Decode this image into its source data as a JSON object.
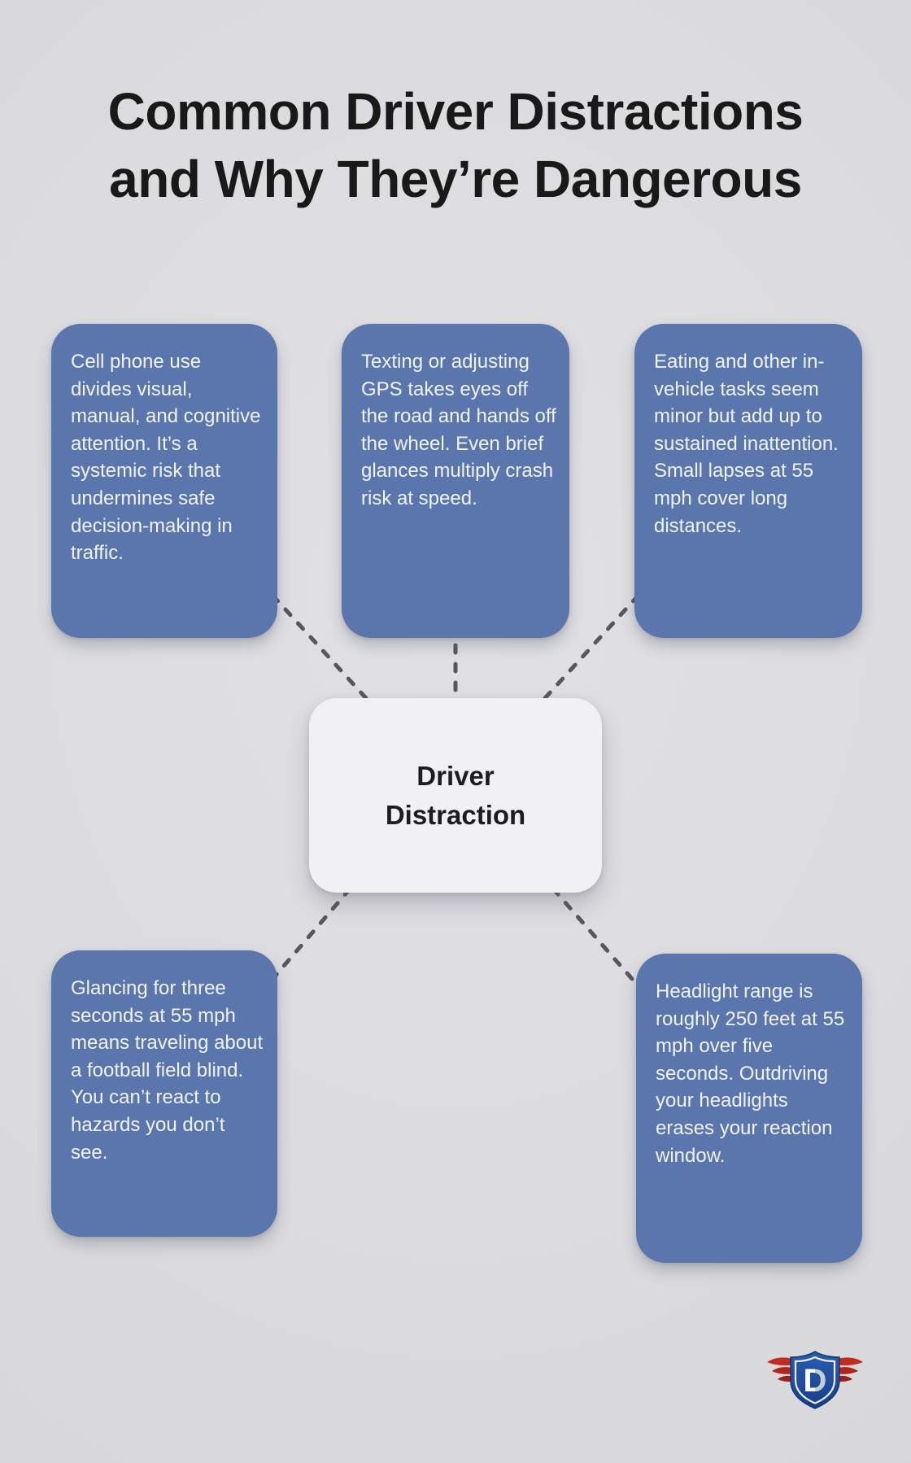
{
  "title": {
    "lines": [
      "Common Driver Distractions",
      "and Why They’re Dangerous"
    ]
  },
  "center_node": {
    "label": "Driver Distraction"
  },
  "nodes": [
    {
      "name": "cell-phone-use",
      "text": "Cell phone use divides visual, manual, and cognitive attention. It’s a systemic risk that undermines safe decision-making in traffic."
    },
    {
      "name": "texting-or-gps",
      "text": "Texting or adjusting GPS takes eyes off the road and hands off the wheel. Even brief glances multiply crash risk at speed."
    },
    {
      "name": "eating-in-vehicle-tasks",
      "text": "Eating and other in-vehicle tasks seem minor but add up to sustained inattention. Small lapses at 55 mph cover long distances."
    },
    {
      "name": "glancing-three-seconds",
      "text": "Glancing for three seconds at 55 mph means traveling about a football field blind. You can’t react to hazards you don’t see."
    },
    {
      "name": "headlight-range",
      "text": "Headlight range is roughly 250 feet at 55 mph over five seconds. Outdriving your headlights erases your reaction window."
    }
  ],
  "logo": {
    "letter": "D"
  },
  "colors": {
    "background": "#dcdcde",
    "node_fill": "#5b76ad",
    "node_text": "#f0f3f8",
    "center_fill": "#f1f1f4",
    "center_text": "#1d1d20",
    "title_text": "#191919",
    "connector": "#58585a",
    "shield_blue": "#1d4c9e",
    "wing_red": "#b5281c"
  }
}
